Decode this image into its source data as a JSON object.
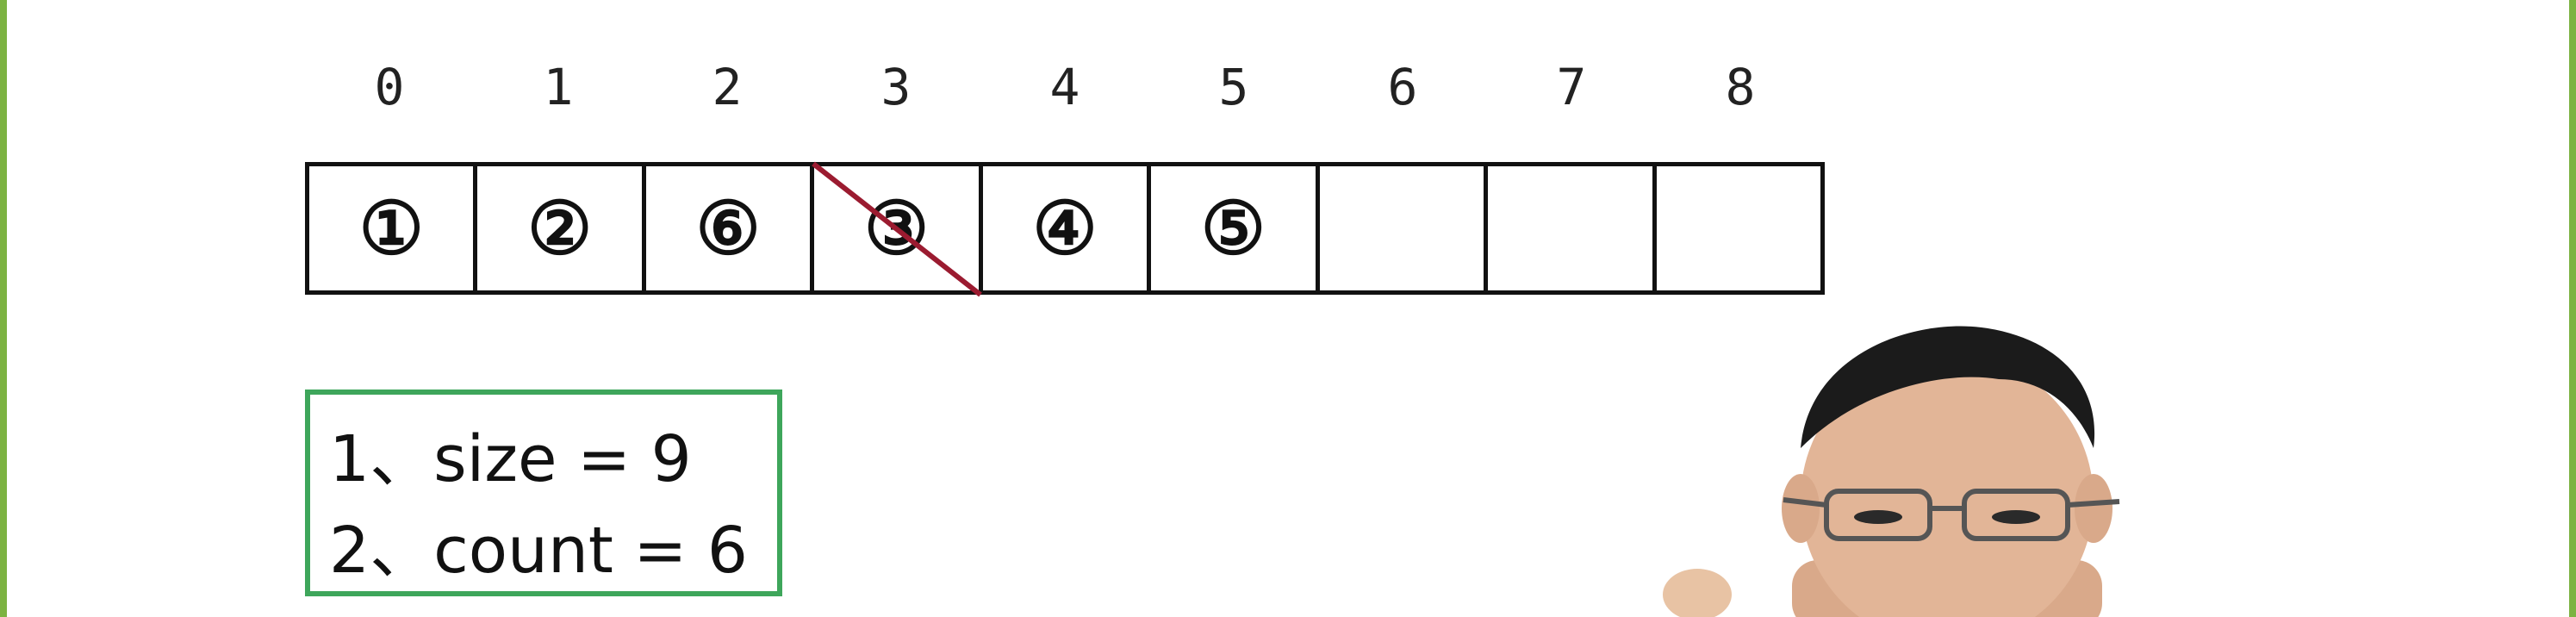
{
  "indices": [
    "0",
    "1",
    "2",
    "3",
    "4",
    "5",
    "6",
    "7",
    "8"
  ],
  "cells": [
    {
      "value": "①",
      "struck": false
    },
    {
      "value": "②",
      "struck": false
    },
    {
      "value": "⑥",
      "struck": false
    },
    {
      "value": "③",
      "struck": true
    },
    {
      "value": "④",
      "struck": false
    },
    {
      "value": "⑤",
      "struck": false
    },
    {
      "value": "",
      "struck": false
    },
    {
      "value": "",
      "struck": false
    },
    {
      "value": "",
      "struck": false
    }
  ],
  "info": {
    "line1": "1、size = 9",
    "line2": "2、count = 6"
  },
  "colors": {
    "box_border": "#3ea65b",
    "strike": "#9b1b30",
    "edge": "#7cb342"
  }
}
